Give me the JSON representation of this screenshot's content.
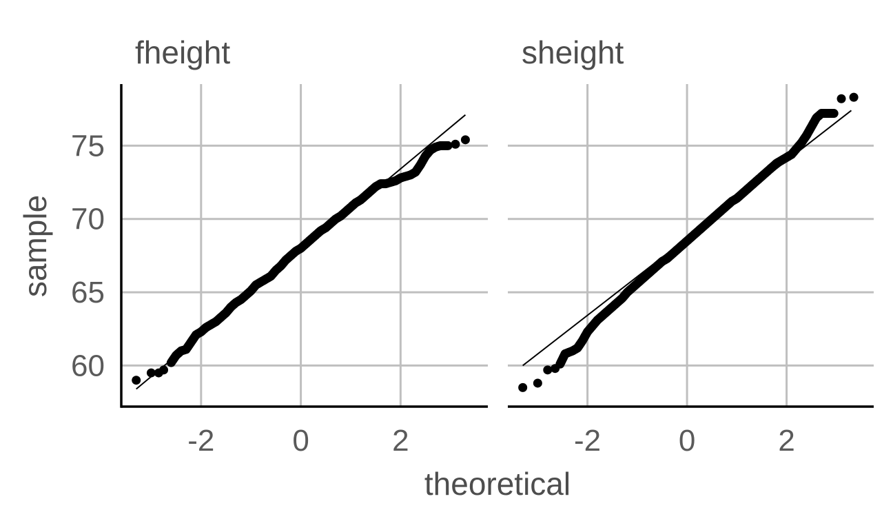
{
  "chart_data": {
    "type": "scatter",
    "subtype": "qq-plot",
    "x_label": "theoretical",
    "y_label": "sample",
    "x_ticks": [
      -2,
      0,
      2
    ],
    "y_ticks": [
      60,
      65,
      70,
      75
    ],
    "xlim": [
      -3.6,
      3.75
    ],
    "ylim": [
      57.2,
      79.2
    ],
    "grid": true,
    "panels": [
      {
        "title": "fheight",
        "ref_line": [
          [
            -3.3,
            58.4
          ],
          [
            3.3,
            77.1
          ]
        ],
        "points": [
          [
            -3.3,
            59.0
          ],
          [
            -3.0,
            59.5
          ],
          [
            -2.85,
            59.5
          ],
          [
            -2.75,
            59.7
          ],
          [
            -2.6,
            60.2
          ],
          [
            -2.5,
            60.7
          ],
          [
            -2.4,
            61.0
          ],
          [
            -2.3,
            61.1
          ],
          [
            -2.2,
            61.6
          ],
          [
            -2.1,
            62.1
          ],
          [
            -2.0,
            62.3
          ],
          [
            -1.9,
            62.6
          ],
          [
            -1.8,
            62.8
          ],
          [
            -1.7,
            63.0
          ],
          [
            -1.6,
            63.3
          ],
          [
            -1.5,
            63.6
          ],
          [
            -1.4,
            64.0
          ],
          [
            -1.3,
            64.3
          ],
          [
            -1.2,
            64.5
          ],
          [
            -1.1,
            64.8
          ],
          [
            -1.0,
            65.1
          ],
          [
            -0.9,
            65.5
          ],
          [
            -0.8,
            65.7
          ],
          [
            -0.7,
            65.9
          ],
          [
            -0.6,
            66.1
          ],
          [
            -0.5,
            66.5
          ],
          [
            -0.4,
            66.8
          ],
          [
            -0.3,
            67.2
          ],
          [
            -0.2,
            67.5
          ],
          [
            -0.1,
            67.8
          ],
          [
            0.0,
            68.0
          ],
          [
            0.1,
            68.3
          ],
          [
            0.2,
            68.6
          ],
          [
            0.3,
            68.9
          ],
          [
            0.4,
            69.2
          ],
          [
            0.5,
            69.4
          ],
          [
            0.6,
            69.7
          ],
          [
            0.7,
            70.0
          ],
          [
            0.8,
            70.2
          ],
          [
            0.9,
            70.5
          ],
          [
            1.0,
            70.8
          ],
          [
            1.1,
            71.1
          ],
          [
            1.2,
            71.3
          ],
          [
            1.3,
            71.6
          ],
          [
            1.4,
            71.9
          ],
          [
            1.5,
            72.2
          ],
          [
            1.6,
            72.4
          ],
          [
            1.7,
            72.4
          ],
          [
            1.8,
            72.5
          ],
          [
            1.9,
            72.6
          ],
          [
            2.0,
            72.8
          ],
          [
            2.1,
            72.9
          ],
          [
            2.2,
            73.0
          ],
          [
            2.3,
            73.2
          ],
          [
            2.4,
            73.7
          ],
          [
            2.5,
            74.3
          ],
          [
            2.6,
            74.7
          ],
          [
            2.7,
            74.9
          ],
          [
            2.8,
            75.0
          ],
          [
            2.95,
            75.0
          ],
          [
            3.1,
            75.1
          ],
          [
            3.3,
            75.4
          ]
        ]
      },
      {
        "title": "sheight",
        "ref_line": [
          [
            -3.3,
            60.0
          ],
          [
            3.3,
            77.4
          ]
        ],
        "points": [
          [
            -3.3,
            58.5
          ],
          [
            -3.0,
            58.8
          ],
          [
            -2.8,
            59.7
          ],
          [
            -2.65,
            59.8
          ],
          [
            -2.55,
            60.1
          ],
          [
            -2.45,
            60.8
          ],
          [
            -2.3,
            61.0
          ],
          [
            -2.2,
            61.2
          ],
          [
            -2.1,
            61.7
          ],
          [
            -2.0,
            62.3
          ],
          [
            -1.9,
            62.7
          ],
          [
            -1.8,
            63.1
          ],
          [
            -1.7,
            63.4
          ],
          [
            -1.6,
            63.7
          ],
          [
            -1.5,
            64.0
          ],
          [
            -1.4,
            64.3
          ],
          [
            -1.3,
            64.6
          ],
          [
            -1.2,
            65.0
          ],
          [
            -1.1,
            65.3
          ],
          [
            -1.0,
            65.6
          ],
          [
            -0.9,
            65.9
          ],
          [
            -0.8,
            66.2
          ],
          [
            -0.7,
            66.5
          ],
          [
            -0.6,
            66.8
          ],
          [
            -0.5,
            67.1
          ],
          [
            -0.4,
            67.3
          ],
          [
            -0.3,
            67.6
          ],
          [
            -0.2,
            67.9
          ],
          [
            -0.1,
            68.2
          ],
          [
            0.0,
            68.5
          ],
          [
            0.1,
            68.8
          ],
          [
            0.2,
            69.1
          ],
          [
            0.3,
            69.4
          ],
          [
            0.4,
            69.7
          ],
          [
            0.5,
            70.0
          ],
          [
            0.6,
            70.3
          ],
          [
            0.7,
            70.6
          ],
          [
            0.8,
            70.9
          ],
          [
            0.9,
            71.2
          ],
          [
            1.0,
            71.4
          ],
          [
            1.1,
            71.7
          ],
          [
            1.2,
            72.0
          ],
          [
            1.3,
            72.3
          ],
          [
            1.4,
            72.6
          ],
          [
            1.5,
            72.9
          ],
          [
            1.6,
            73.2
          ],
          [
            1.7,
            73.5
          ],
          [
            1.8,
            73.8
          ],
          [
            1.9,
            74.0
          ],
          [
            2.0,
            74.2
          ],
          [
            2.1,
            74.4
          ],
          [
            2.2,
            74.8
          ],
          [
            2.3,
            75.2
          ],
          [
            2.4,
            75.7
          ],
          [
            2.5,
            76.3
          ],
          [
            2.6,
            76.9
          ],
          [
            2.7,
            77.2
          ],
          [
            2.8,
            77.2
          ],
          [
            2.95,
            77.2
          ],
          [
            3.1,
            78.2
          ],
          [
            3.35,
            78.3
          ]
        ]
      }
    ]
  }
}
